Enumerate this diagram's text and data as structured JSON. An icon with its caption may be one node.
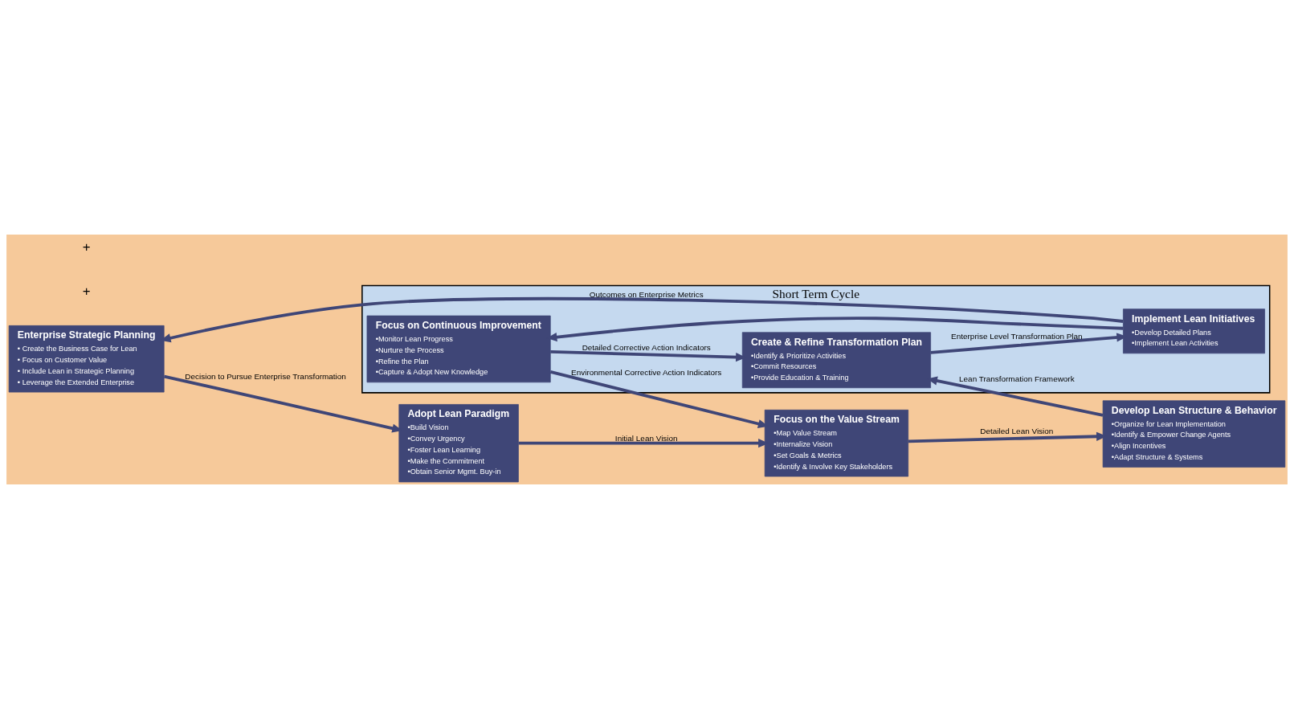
{
  "diagram": {
    "nodes": [
      {
        "text": [
          "Adopt Lean Paradigm",
          "•Build Vision",
          "•Convey Urgency",
          "•Foster Lean Learning",
          "•Make the Commitment",
          "•Obtain Senior Mgmt. Buy-in"
        ]
      },
      {
        "text": [
          "Focus on the Value Stream",
          "•Map Value Stream",
          "•Internalize Vision",
          "•Set Goals & Metrics",
          "•Identify & Involve Key Stakeholders"
        ]
      },
      {
        "text": [
          "Develop Lean Structure & Behavior",
          "•Organize for Lean Implementation",
          "•Identify & Empower Change Agents",
          "•Align Incentives",
          "•Adapt Structure & Systems"
        ]
      },
      {
        "text": [
          "Short Term Cycle"
        ]
      },
      {
        "text": [
          "Focus on Continuous Improvement",
          "•Monitor Lean Progress",
          "•Nurture the Process",
          "•Refine the Plan",
          "•Capture & Adopt New Knowledge"
        ],
        "in": 3
      },
      {
        "text": [
          "Create & Refine Transformation Plan",
          "•Identify & Prioritize Activities",
          "•Commit Resources",
          "•Provide Education & Training"
        ],
        "in": 3
      },
      {
        "text": [
          "Implement Lean Initiatives",
          "•Develop Detailed Plans",
          "•Implement Lean Activities"
        ],
        "in": 3
      },
      {
        "text": [
          "Enterprise Strategic Planning",
          "• Create the Business Case for Lean",
          "• Focus on Customer Value",
          "• Include Lean in Strategic Planning",
          "• Leverage the Extended Enterprise"
        ]
      }
    ],
    "edges": [
      {
        "from": 7,
        "to": 0,
        "arrow": "to",
        "label": "Decision to Pursue Enterprise Transformation"
      },
      {
        "from": 0,
        "to": 1,
        "arrow": "to",
        "label": "Initial Lean Vision"
      },
      {
        "from": 1,
        "to": 2,
        "arrow": "to",
        "label": "Detailed Lean Vision"
      },
      {
        "from": 2,
        "to": 5,
        "arrow": "to",
        "label": "Lean Transformation Framework"
      },
      {
        "from": 5,
        "to": 6,
        "arrow": "to",
        "label": "Enterprise Level Transformation Plan"
      },
      {
        "from": 6,
        "to": 4,
        "arrow": "to"
      },
      {
        "from": 6,
        "to": 7,
        "arrow": "to",
        "label": "Outcomes on Enterprise Metrics"
      },
      {
        "from": 4,
        "to": 1,
        "arrow": "to",
        "label": "Environmental Corrective Action Indicators"
      },
      {
        "from": 4,
        "to": 5,
        "arrow": "to",
        "label": "Detailed Corrective Action Indicators"
      }
    ],
    "labels": [
      "+",
      "+"
    ]
  }
}
